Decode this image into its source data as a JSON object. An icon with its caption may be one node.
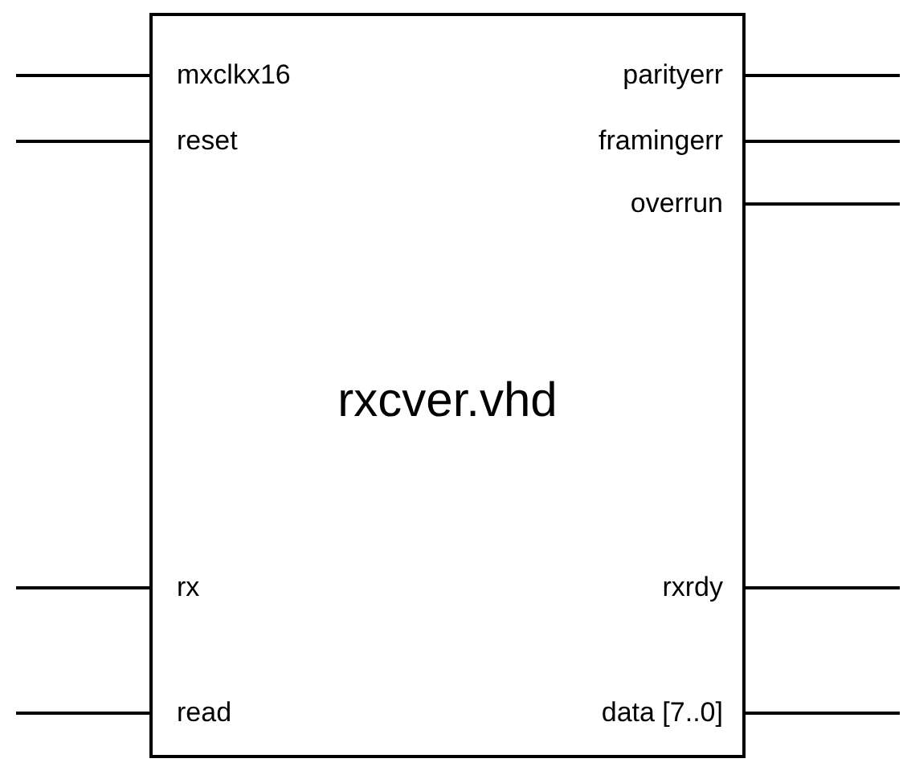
{
  "diagram": {
    "nodes": [
      {
        "text": [
          "rxcver.vhd"
        ]
      }
    ],
    "labels": [
      "mxclkx16",
      "parityerr",
      "reset",
      "framingerr",
      "overrun",
      "rx",
      "rxrdy",
      "read",
      "data [7..0]"
    ]
  }
}
